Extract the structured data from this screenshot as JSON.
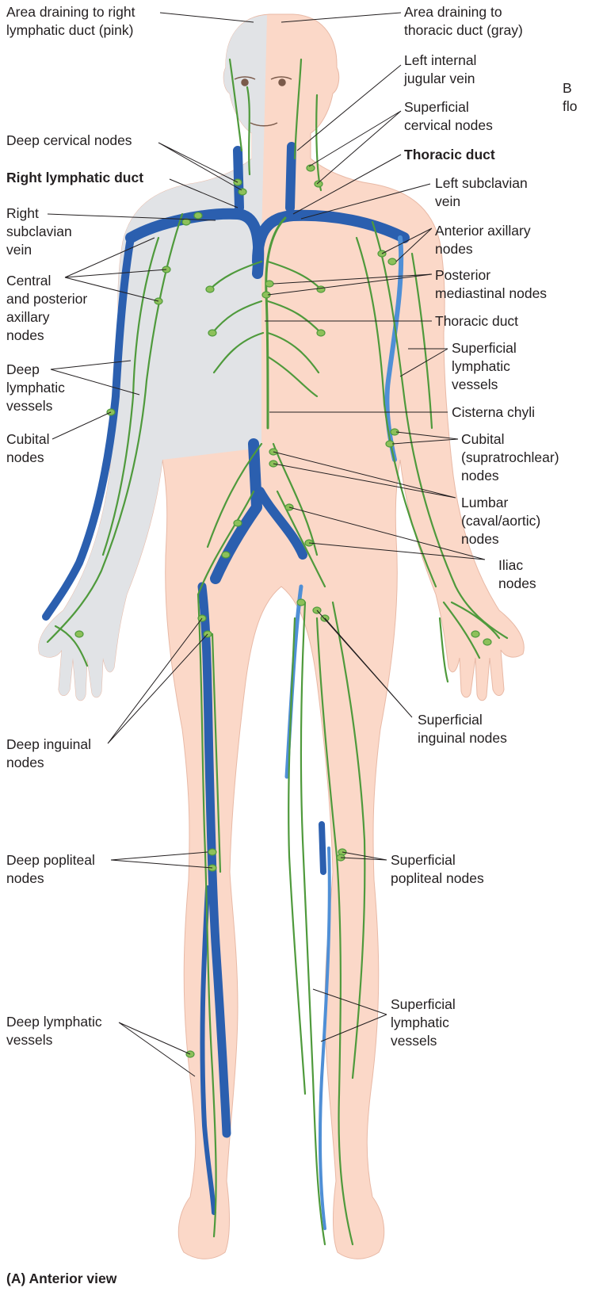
{
  "colors": {
    "skin": "#fbd8c8",
    "gray_region": "#e1e3e6",
    "vein": "#2b5faf",
    "vein_light": "#4f8fd6",
    "lymph": "#4f9a3c",
    "node": "#8dc05a",
    "leader": "#231f20"
  },
  "labels": {
    "right_area": "Area draining to right\nlymphatic duct (pink)",
    "thoracic_area": "Area draining to\nthoracic duct (gray)",
    "left_ijv": "Left internal\njugular vein",
    "superficial_cervical": "Superficial\ncervical nodes",
    "deep_cervical": "Deep cervical nodes",
    "thoracic_duct_top": "Thoracic duct",
    "right_lymphatic_duct": "Right lymphatic duct",
    "left_subclavian": "Left subclavian\nvein",
    "right_subclavian": "Right\nsubclavian\nvein",
    "anterior_axillary": "Anterior axillary\nnodes",
    "central_axillary": "Central\nand posterior\naxillary\nnodes",
    "posterior_mediastinal": "Posterior\nmediastinal nodes",
    "thoracic_duct_mid": "Thoracic duct",
    "deep_lymphatic_arm": "Deep\nlymphatic\nvessels",
    "superficial_lymphatic_arm": "Superficial\nlymphatic\nvessels",
    "cisterna": "Cisterna chyli",
    "cubital_right": "Cubital\nnodes",
    "cubital_left": "Cubital\n(supratrochlear)\nnodes",
    "lumbar": "Lumbar\n(caval/aortic)\nnodes",
    "iliac": "Iliac\nnodes",
    "superficial_inguinal": "Superficial\ninguinal nodes",
    "deep_inguinal": "Deep inguinal\nnodes",
    "deep_popliteal": "Deep popliteal\nnodes",
    "superficial_popliteal": "Superficial\npopliteal nodes",
    "deep_lymphatic_leg": "Deep lymphatic\nvessels",
    "superficial_lymphatic_leg": "Superficial\nlymphatic\nvessels",
    "caption": "(A)  Anterior view",
    "cut_text": "B\nflo"
  }
}
